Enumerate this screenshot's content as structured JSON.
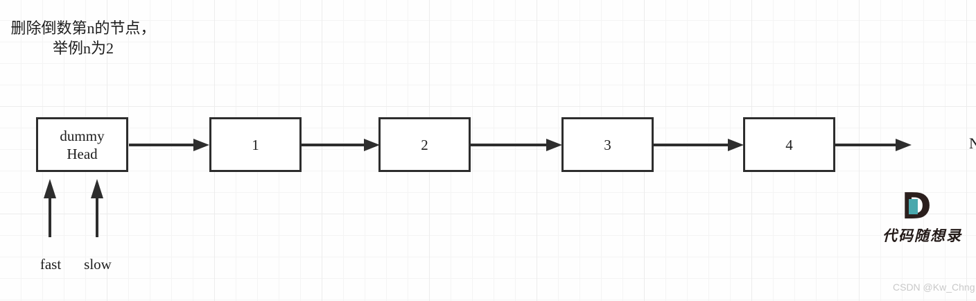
{
  "diagram": {
    "title": "删除倒数第n的节点，\n举例n为2",
    "nodes": [
      {
        "id": "dummy",
        "label": "dummy\nHead"
      },
      {
        "id": "n1",
        "label": "1"
      },
      {
        "id": "n2",
        "label": "2"
      },
      {
        "id": "n3",
        "label": "3"
      },
      {
        "id": "n4",
        "label": "4"
      }
    ],
    "terminator": "NULL",
    "pointers": [
      {
        "id": "fast",
        "label": "fast",
        "points_to": "dummy"
      },
      {
        "id": "slow",
        "label": "slow",
        "points_to": "dummy"
      }
    ],
    "arrows": [
      {
        "from": "dummy",
        "to": "n1"
      },
      {
        "from": "n1",
        "to": "n2"
      },
      {
        "from": "n2",
        "to": "n3"
      },
      {
        "from": "n3",
        "to": "n4"
      },
      {
        "from": "n4",
        "to": "NULL"
      }
    ],
    "colors": {
      "stroke": "#2d2d2d",
      "text": "#1d1d1d",
      "grid_minor": "#f4f4f4",
      "grid_major": "#ececec",
      "logo_dark": "#2b1f1d",
      "logo_teal": "#4aa8ad",
      "watermark": "#c9c9c9"
    }
  },
  "watermark": {
    "logo_letter": "D",
    "logo_text": "代码随想录",
    "credit": "CSDN @Kw_Chng"
  }
}
